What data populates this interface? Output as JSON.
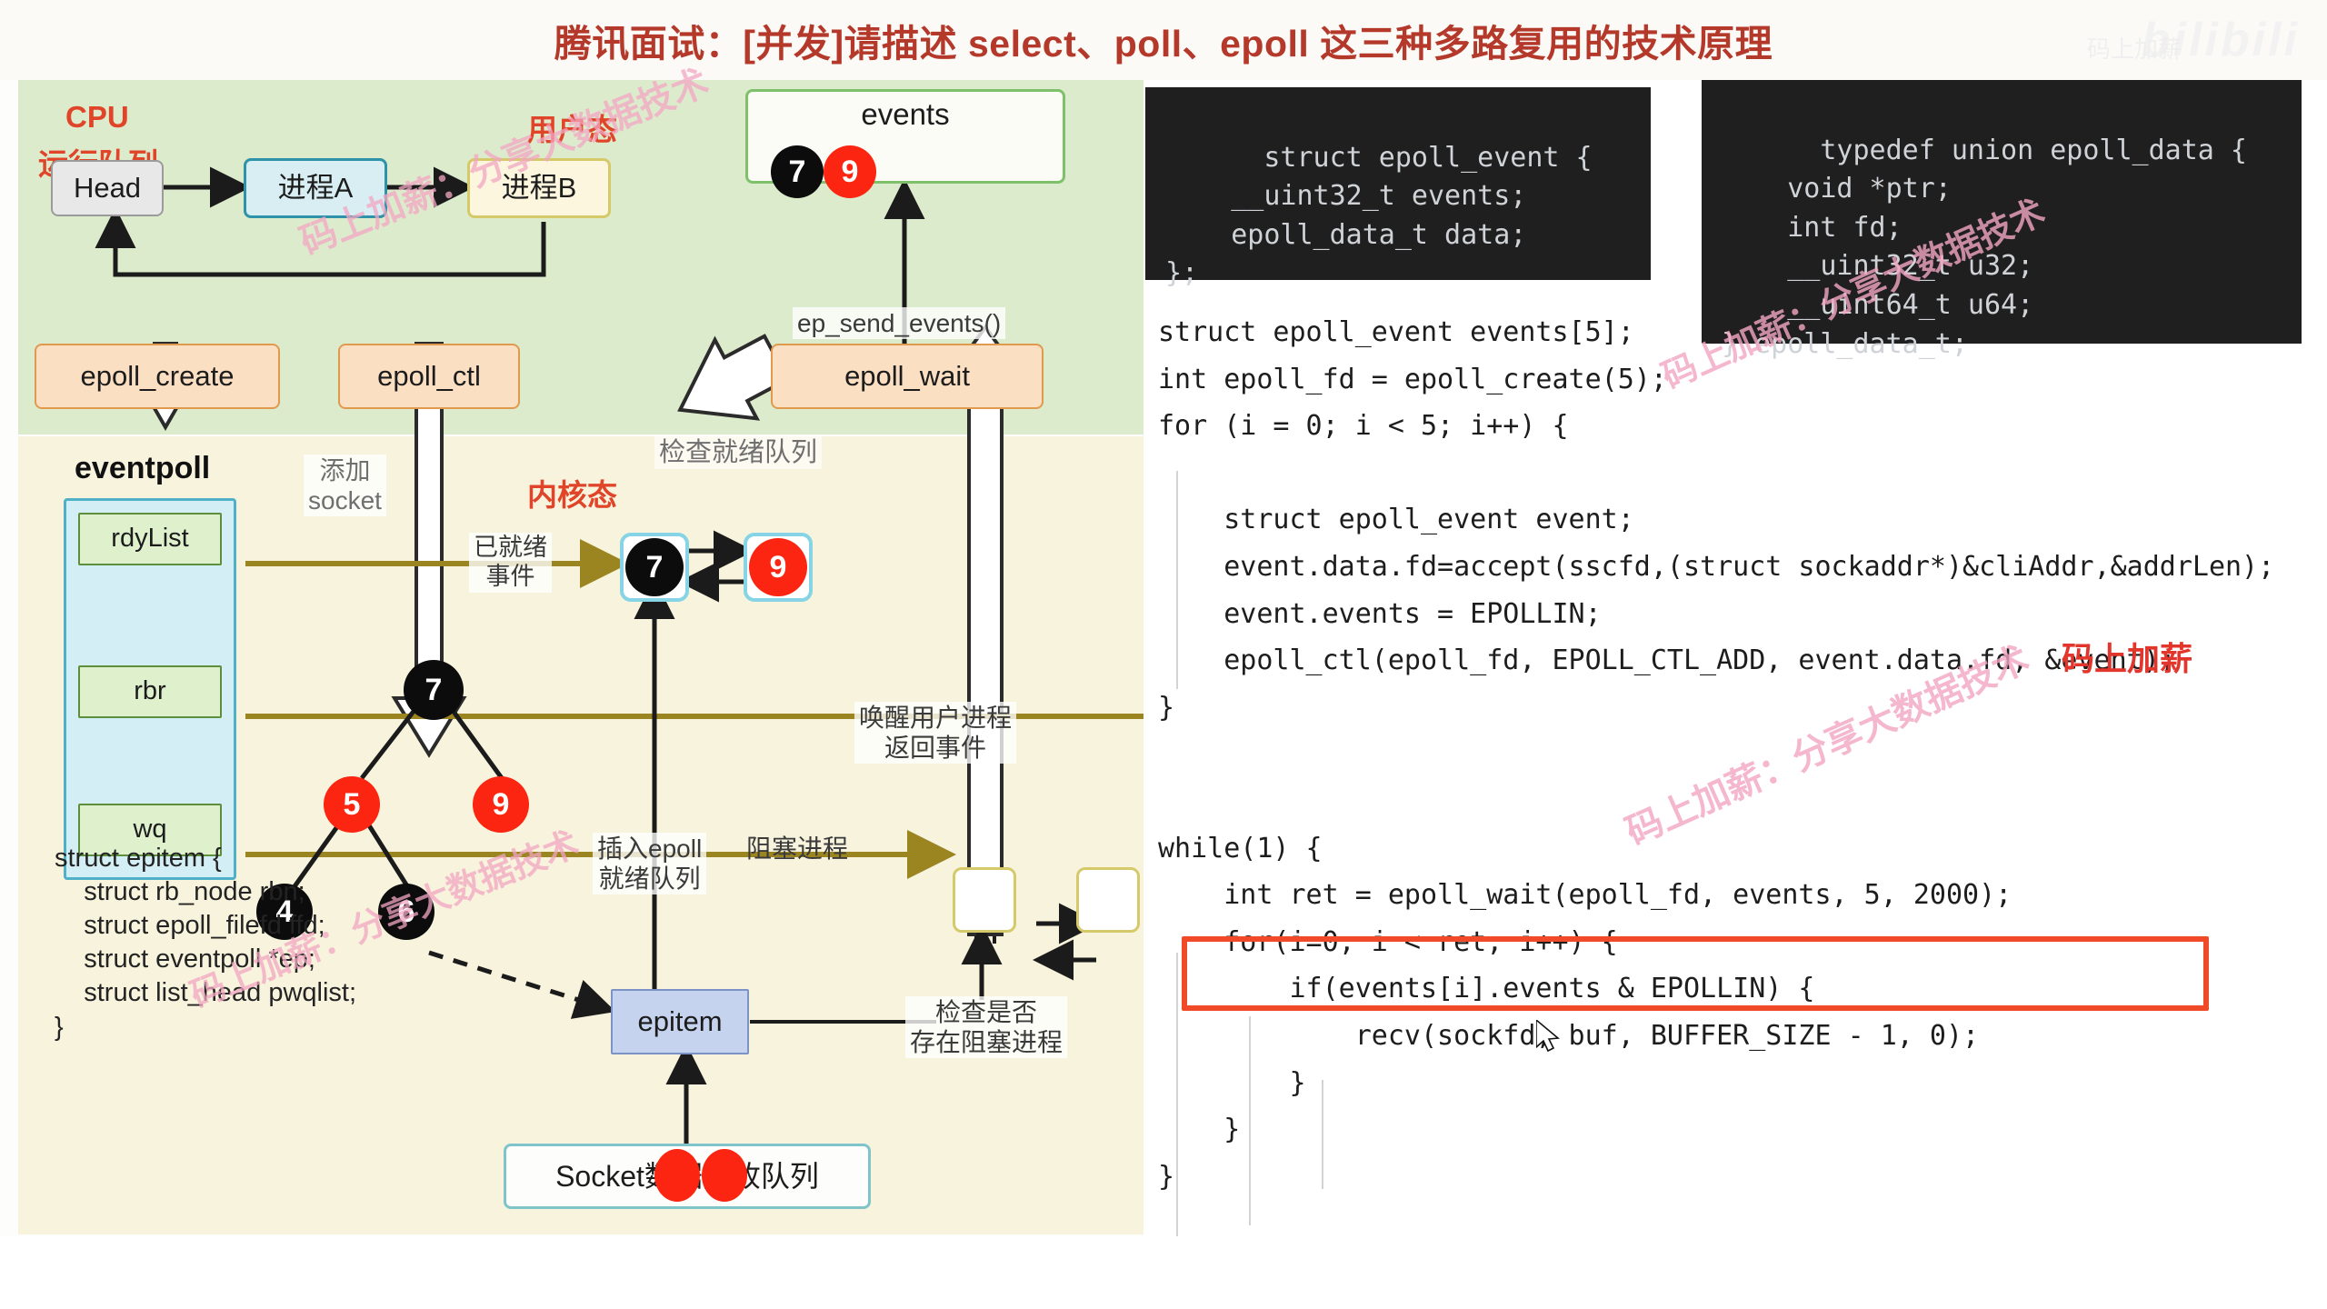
{
  "title": "腾讯面试：[并发]请描述 select、poll、epoll 这三种多路复用的技术原理",
  "diagram": {
    "zones": {
      "user_mode": "用户态",
      "kernel_mode": "内核态"
    },
    "cpu_label_line1": "CPU",
    "cpu_label_line2": "运行队列",
    "run_queue": [
      {
        "label": "Head"
      },
      {
        "label": "进程A"
      },
      {
        "label": "进程B"
      }
    ],
    "events_box": {
      "title": "events",
      "nodes": [
        {
          "value": "7",
          "color": "black"
        },
        {
          "value": "9",
          "color": "red"
        }
      ]
    },
    "api_boxes": [
      {
        "label": "epoll_create"
      },
      {
        "label": "epoll_ctl"
      },
      {
        "label": "epoll_wait"
      }
    ],
    "ep_send_events": "ep_send_events()",
    "eventpoll_title": "eventpoll",
    "eventpoll_fields": [
      {
        "label": "rdyList"
      },
      {
        "label": "rbr"
      },
      {
        "label": "wq"
      }
    ],
    "notes": {
      "add_socket": "添加\nsocket",
      "ready_events": "已就绪\n事件",
      "check_ready_queue": "检查就绪队列",
      "insert_epoll_rdy": "插入epoll\n就绪队列",
      "wake_user_proc": "唤醒用户进程\n返回事件",
      "block_process": "阻塞进程",
      "check_blocked": "检查是否\n存在阻塞进程"
    },
    "rbtree": [
      {
        "value": "7",
        "color": "black"
      },
      {
        "value": "5",
        "color": "red"
      },
      {
        "value": "9",
        "color": "red"
      },
      {
        "value": "4",
        "color": "black"
      },
      {
        "value": "6",
        "color": "black"
      }
    ],
    "rdy_nodes": [
      {
        "value": "7",
        "color": "black"
      },
      {
        "value": "9",
        "color": "red"
      }
    ],
    "epitem_box": "epitem",
    "socket_box": "Socket数据接收队列",
    "struct_epitem": "struct epitem {\n    struct rb_node rbn;\n    struct epoll_filefd ffd;\n    struct eventpoll *ep;\n    struct list_head pwqlist;\n}"
  },
  "code": {
    "struct_epoll_event": "struct epoll_event {\n    __uint32_t events;\n    epoll_data_t data;\n};",
    "typedef_epoll_data": "typedef union epoll_data {\n    void *ptr;\n    int fd;\n    __uint32_t u32;\n    __uint64_t u64;\n} epoll_data_t;",
    "main_lines": [
      "struct epoll_event events[5];",
      "int epoll_fd = epoll_create(5);",
      "for (i = 0; i < 5; i++) {",
      "",
      "    struct epoll_event event;",
      "    event.data.fd=accept(sscfd,(struct sockaddr*)&cliAddr,&addrLen);",
      "    event.events = EPOLLIN;",
      "    epoll_ctl(epoll_fd, EPOLL_CTL_ADD, event.data.fd, &event);",
      "}",
      "",
      "",
      "while(1) {",
      "    int ret = epoll_wait(epoll_fd, events, 5, 2000);",
      "    for(i=0; i < ret; i++) {",
      "        if(events[i].events & EPOLLIN) {",
      "            recv(sockfd, buf, BUFFER_SIZE - 1, 0);",
      "        }",
      "    }",
      "}"
    ],
    "highlighted_line": "int ret = epoll_wait(epoll_fd, events, 5, 2000);"
  },
  "watermarks": {
    "brand": "码上加薪",
    "tagline": "码上加薪：分享大数据技术",
    "share": "分享大数据技术",
    "bilibili": "bilibili"
  },
  "colors": {
    "title": "#b5392a",
    "user_zone": "#ddebcd",
    "kernel_zone": "#f7f3dc",
    "highlight_border": "#f04a28",
    "node_black": "#0c0c0c",
    "node_red": "#fb2512",
    "watermark_pink": "#f3a6c3"
  }
}
